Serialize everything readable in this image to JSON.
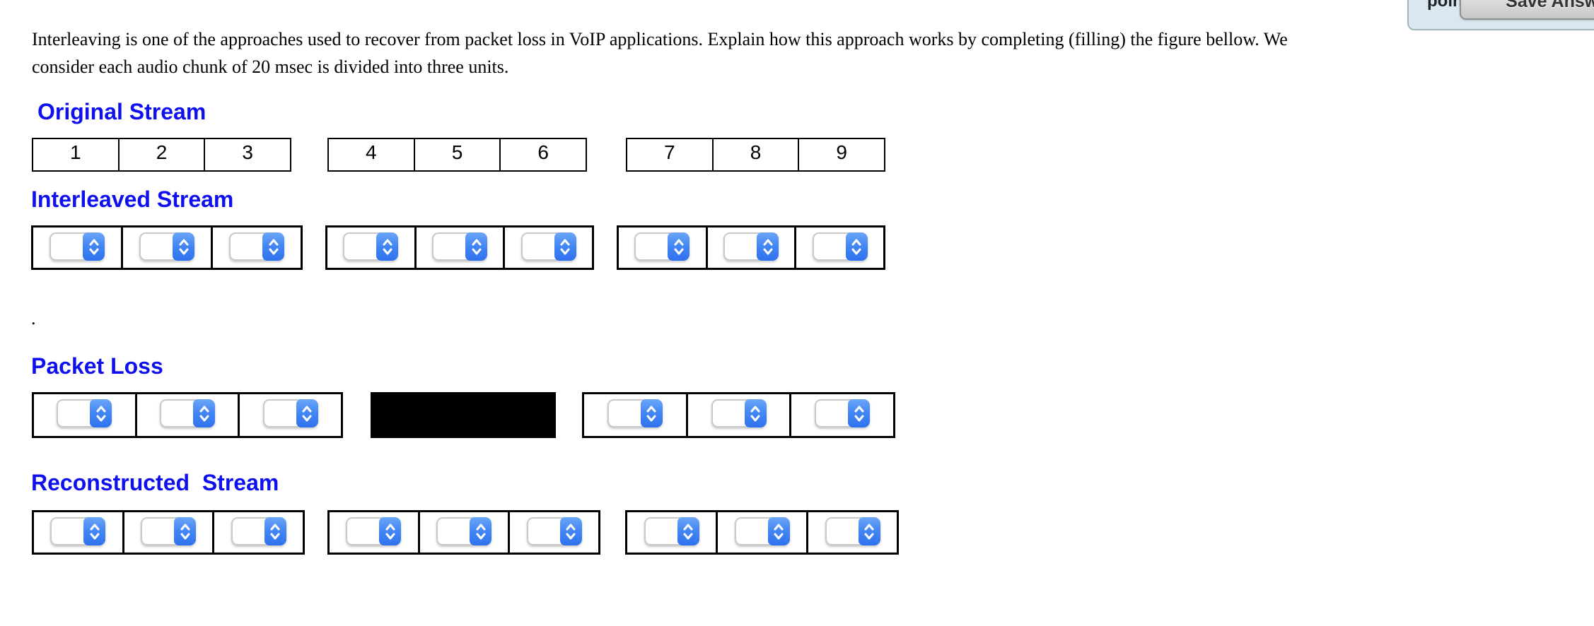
{
  "toolbar": {
    "points_label": "points",
    "save_button_label": "Save Answer"
  },
  "question": {
    "lines": [
      "Interleaving is one of the approaches used to recover from packet loss in VoIP applications. Explain how this approach works by completing (filling) the figure bellow. We",
      "consider each audio chunk of 20 msec is divided into three units."
    ],
    "separator_dot": "."
  },
  "figure": {
    "sections": [
      {
        "id": "original",
        "title": "Original Stream",
        "cell_type": "label",
        "groups": [
          {
            "cells": [
              "1",
              "2",
              "3"
            ]
          },
          {
            "cells": [
              "4",
              "5",
              "6"
            ]
          },
          {
            "cells": [
              "7",
              "8",
              "9"
            ]
          }
        ]
      },
      {
        "id": "interleaved",
        "title": "Interleaved Stream",
        "cell_type": "select",
        "groups": [
          {
            "cells": [
              "",
              "",
              ""
            ]
          },
          {
            "cells": [
              "",
              "",
              ""
            ]
          },
          {
            "cells": [
              "",
              "",
              ""
            ]
          }
        ]
      },
      {
        "id": "packetloss",
        "title": "Packet Loss",
        "cell_type": "select",
        "groups": [
          {
            "cells": [
              "",
              "",
              ""
            ]
          },
          {
            "lost": true
          },
          {
            "cells": [
              "",
              "",
              ""
            ]
          }
        ]
      },
      {
        "id": "reconstructed",
        "title": "Reconstructed  Stream",
        "cell_type": "select",
        "groups": [
          {
            "cells": [
              "",
              "",
              ""
            ]
          },
          {
            "cells": [
              "",
              "",
              ""
            ]
          },
          {
            "cells": [
              "",
              "",
              ""
            ]
          }
        ]
      }
    ]
  },
  "colors": {
    "heading_blue": "#0f10ee",
    "select_blue_top": "#6ba6f8",
    "select_blue_bottom": "#2f72ee",
    "panel_bg": "#d9e8f0",
    "lost_box": "#000000"
  }
}
